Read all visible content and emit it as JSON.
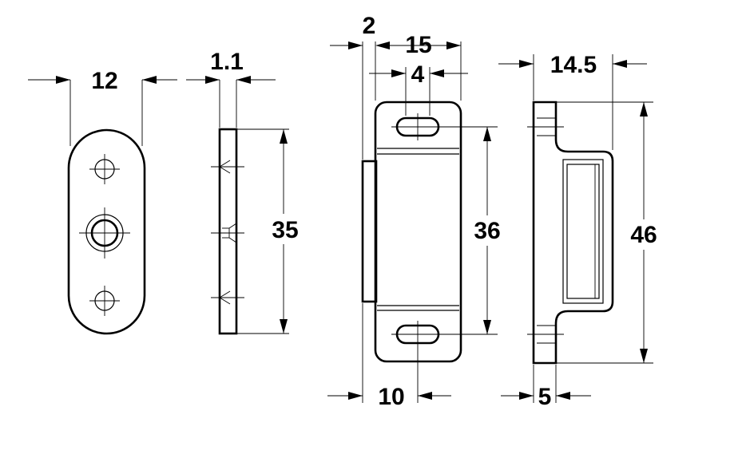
{
  "dimensions": {
    "plate_width": "12",
    "plate_thickness": "1.1",
    "plate_height": "35",
    "latch_offset": "2",
    "latch_width": "15",
    "slot_length": "4",
    "hole_spacing": "36",
    "body_width": "10",
    "side_depth": "14.5",
    "flange_thickness": "5",
    "overall_height": "46"
  },
  "colors": {
    "line": "#000000",
    "background": "#ffffff"
  }
}
